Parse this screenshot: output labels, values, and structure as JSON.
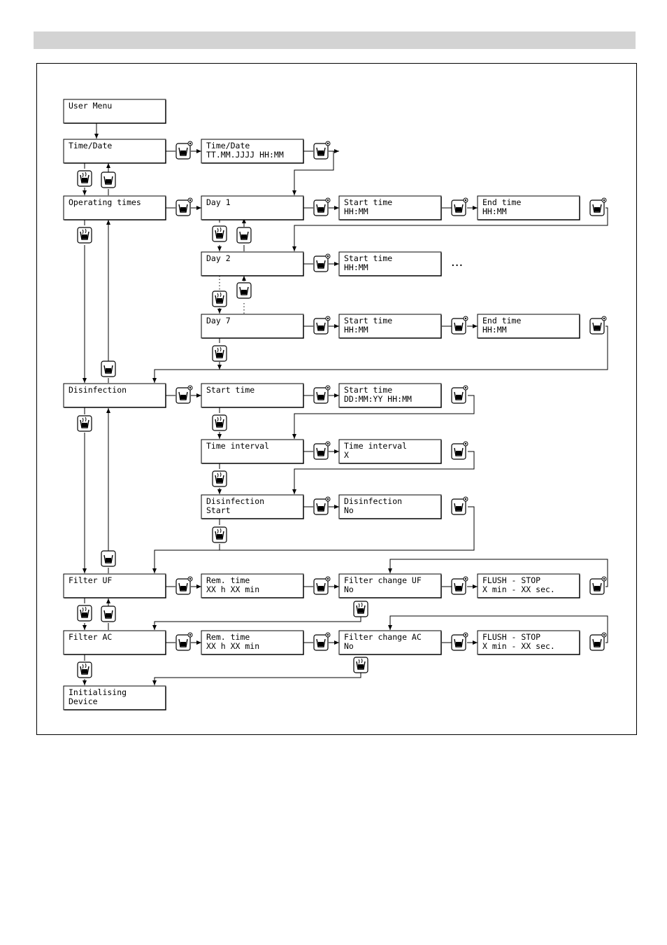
{
  "diagram": {
    "menu": {
      "user_menu": [
        "User Menu"
      ],
      "time_date": [
        "Time/Date"
      ],
      "operating_times": [
        "Operating times"
      ],
      "disinfection": [
        "Disinfection"
      ],
      "filter_uf": [
        "Filter UF"
      ],
      "filter_ac": [
        "Filter AC"
      ],
      "initialising": [
        "Initialising",
        "Device"
      ]
    },
    "time_date": {
      "set": [
        "Time/Date",
        "TT.MM.JJJJ  HH:MM"
      ]
    },
    "operating": {
      "day1": [
        "Day 1"
      ],
      "day1_start": [
        "Start time",
        "HH:MM"
      ],
      "day1_end": [
        "End time",
        "HH:MM"
      ],
      "day2": [
        "Day 2"
      ],
      "day2_start": [
        "Start time",
        "HH:MM"
      ],
      "ellipsis": "...",
      "day7": [
        "Day 7"
      ],
      "day7_start": [
        "Start time",
        "HH:MM"
      ],
      "day7_end": [
        "End time",
        "HH:MM"
      ]
    },
    "disinfection": {
      "start_time": [
        "Start time"
      ],
      "start_time_set": [
        "Start time",
        "DD:MM:YY    HH:MM"
      ],
      "interval": [
        "Time interval"
      ],
      "interval_set": [
        "Time interval",
        "  X"
      ],
      "dis_start": [
        "Disinfection",
        "Start"
      ],
      "dis_start_set": [
        "Disinfection",
        "No"
      ]
    },
    "filter_uf": {
      "rem": [
        "Rem. time",
        "XX h XX min"
      ],
      "change": [
        "Filter change UF",
        "No"
      ],
      "flush": [
        "FLUSH - STOP",
        " X min - XX sec."
      ]
    },
    "filter_ac": {
      "rem": [
        "Rem. time",
        "XX h XX min"
      ],
      "change": [
        "Filter change AC",
        "No"
      ],
      "flush": [
        "FLUSH - STOP",
        " X min - XX sec."
      ]
    }
  }
}
